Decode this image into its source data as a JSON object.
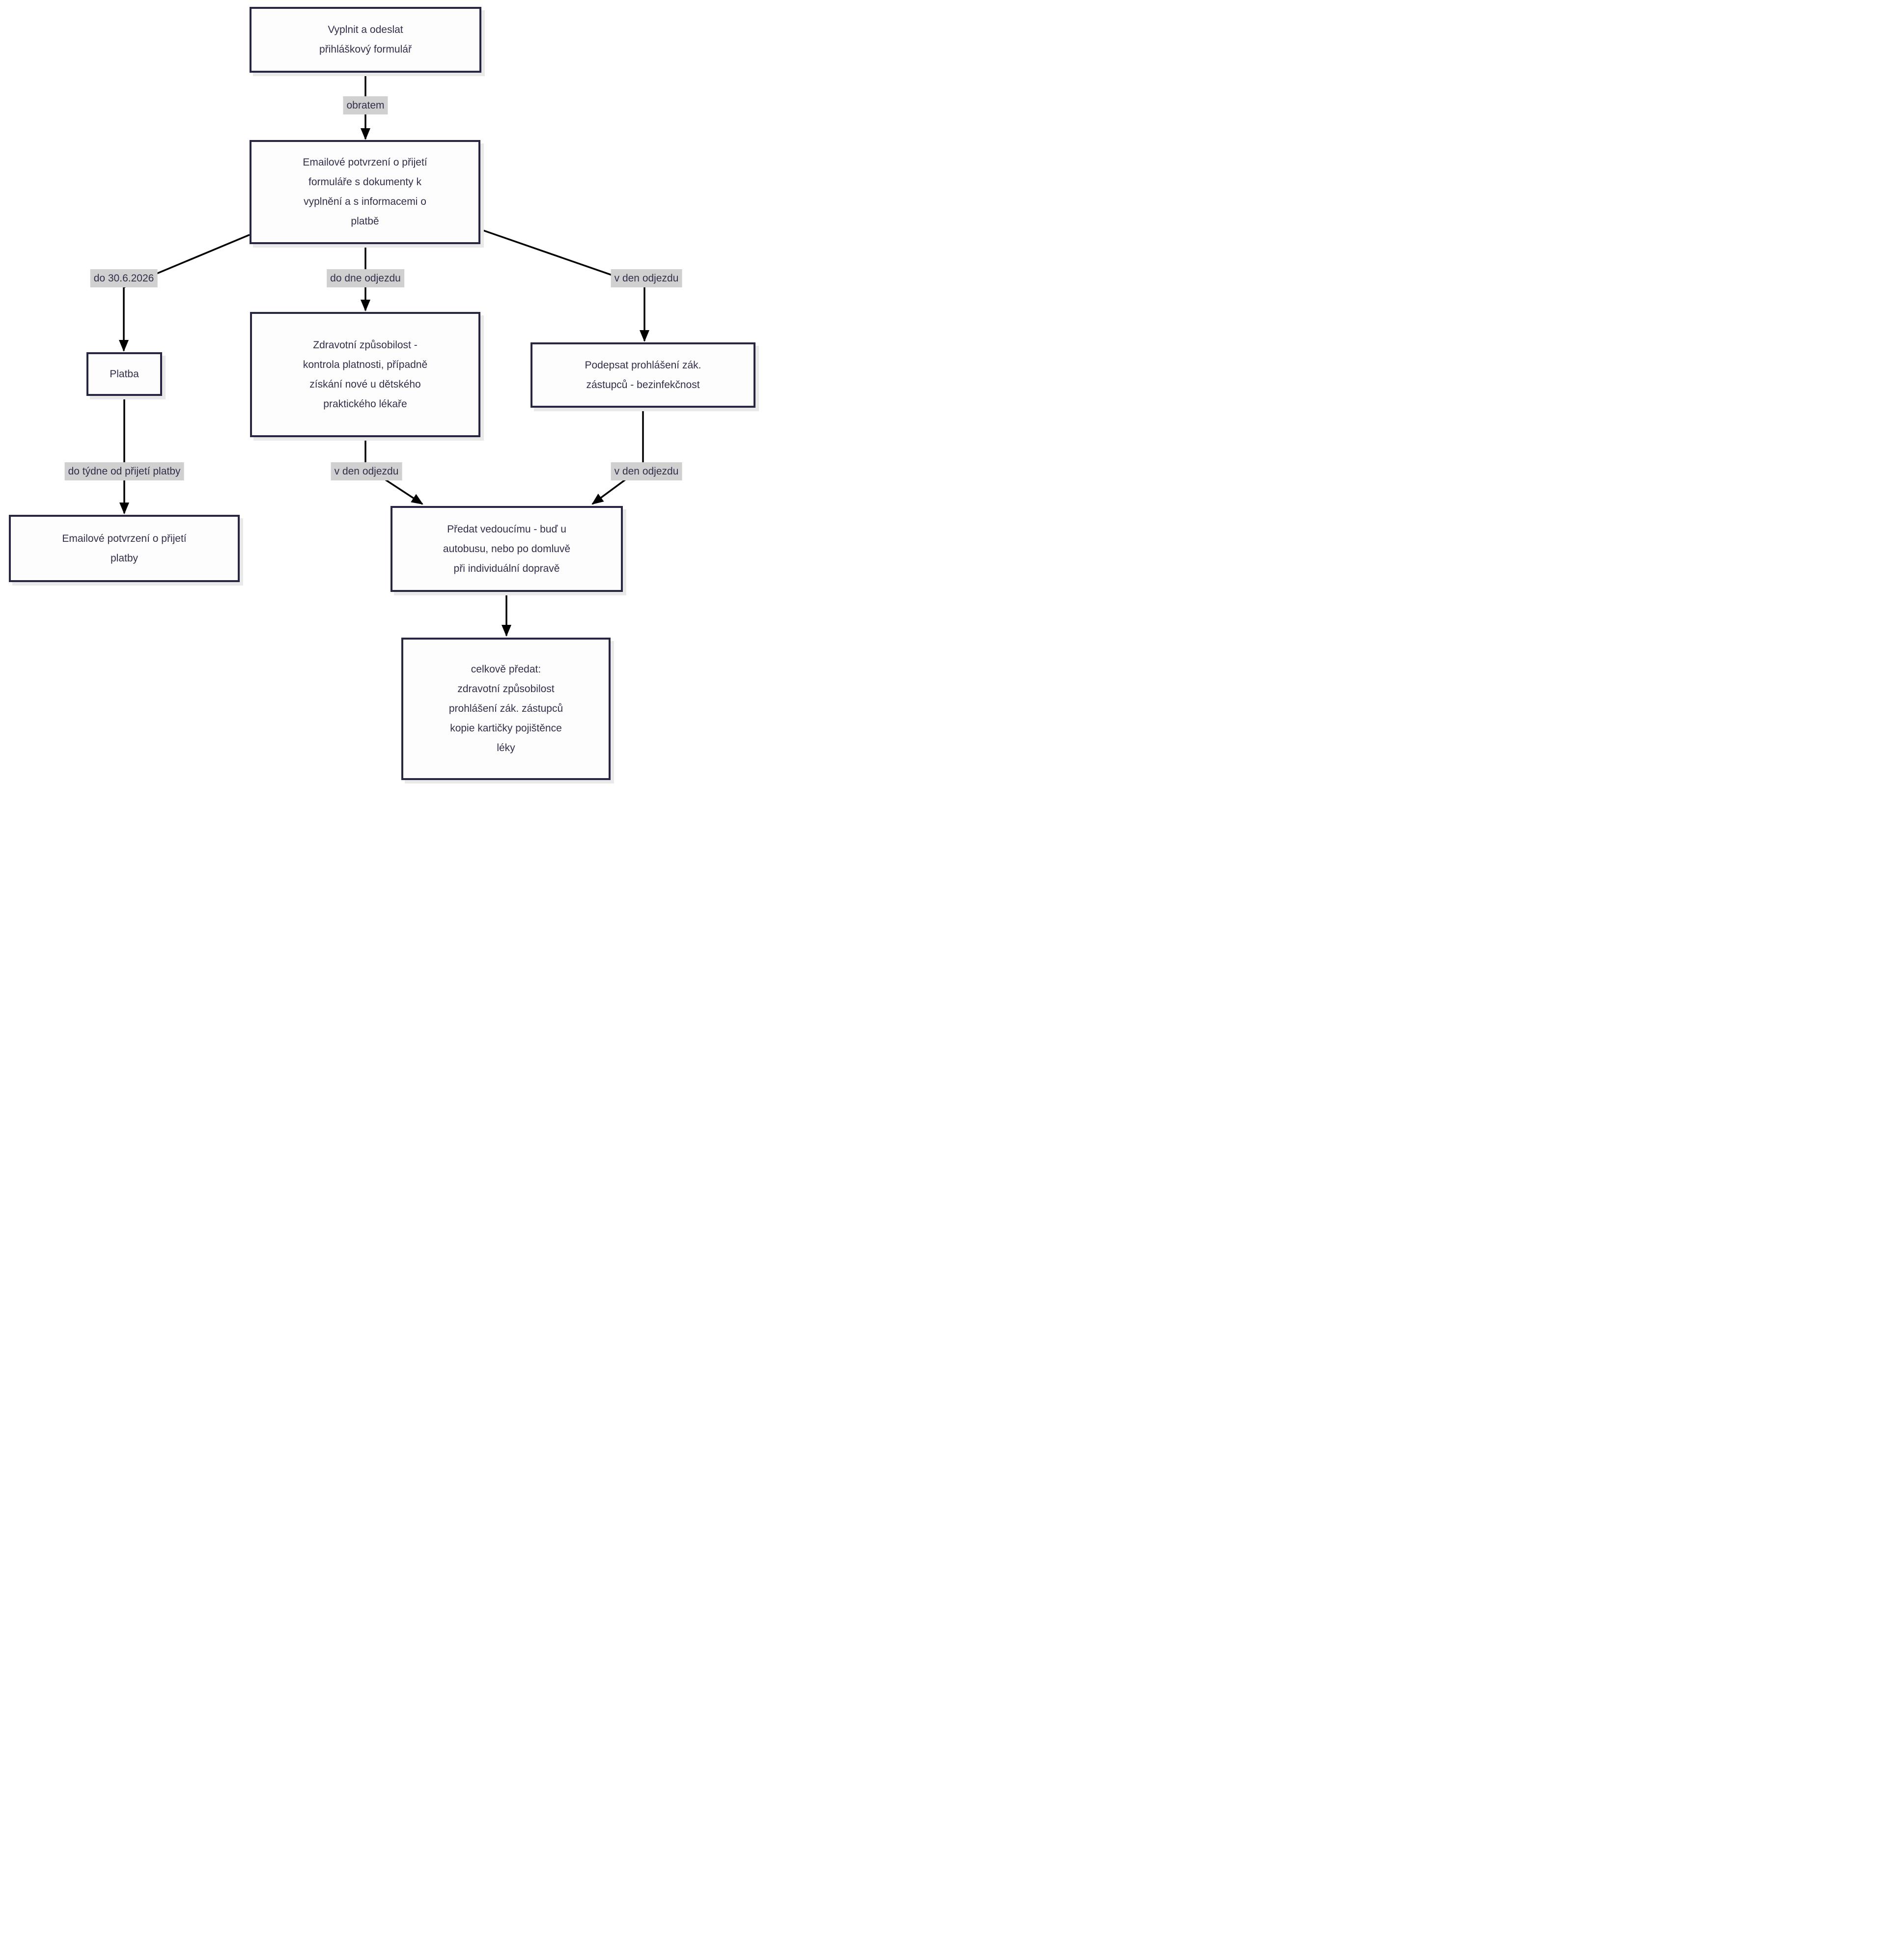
{
  "diagram": {
    "type": "flowchart",
    "language": "cs",
    "colors": {
      "node_border": "#282742",
      "node_fill": "#fdfdfd",
      "text": "#312f49",
      "edge_label_bg": "#d0d0d0",
      "connector": "#000000",
      "shadow": "#e9e9e9",
      "background": "#ffffff"
    },
    "nodes": {
      "form": {
        "lines": [
          "Vyplnit a odeslat",
          "přihláškový formulář"
        ]
      },
      "email_form": {
        "lines": [
          "Emailové potvrzení o přijetí",
          "formuláře s dokumenty k",
          "vyplnění a s informacemi o",
          "platbě"
        ]
      },
      "platba": {
        "lines": [
          "Platba"
        ]
      },
      "zdravotni": {
        "lines": [
          "Zdravotní způsobilost -",
          "kontrola platnosti, případně",
          "získání nové u dětského",
          "praktického lékaře"
        ]
      },
      "podepsat": {
        "lines": [
          "Podepsat prohlášení zák.",
          "zástupců - bezinfekčnost"
        ]
      },
      "email_platba": {
        "lines": [
          "Emailové potvrzení o přijetí",
          "platby"
        ]
      },
      "predat": {
        "lines": [
          "Předat vedoucímu - buď u",
          "autobusu, nebo po domluvě",
          "při individuální dopravě"
        ]
      },
      "celkove": {
        "lines": [
          "celkově předat:",
          "zdravotní způsobilost",
          "prohlášení zák. zástupců",
          "kopie kartičky pojištěnce",
          "léky"
        ]
      }
    },
    "edge_labels": {
      "obratem": "obratem",
      "do_30_6_2026": "do 30.6.2026",
      "do_dne_odjezdu": "do dne odjezdu",
      "v_den_odjezdu_1": "v den odjezdu",
      "do_tydne_od_prijeti_platby": "do týdne od přijetí platby",
      "v_den_odjezdu_2": "v den odjezdu",
      "v_den_odjezdu_3": "v den odjezdu"
    }
  }
}
